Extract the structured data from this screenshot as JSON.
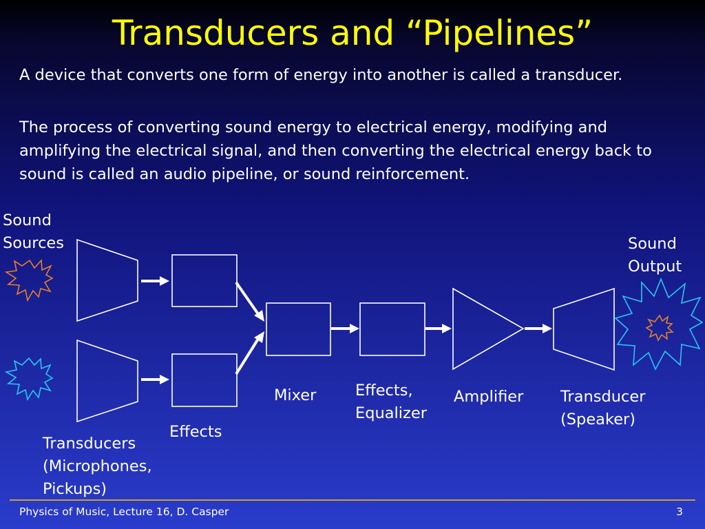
{
  "slide": {
    "title": "Transducers and “Pipelines”",
    "paragraph1": "A device that converts one form of energy into another is called a transducer.",
    "paragraph2": "The process of converting sound energy to electrical energy, modifying and amplifying the electrical signal, and then converting the electrical energy back to sound is called an audio pipeline, or sound reinforcement."
  },
  "diagram": {
    "labels": {
      "sound_sources": "Sound\nSources",
      "sound_output": "Sound\nOutput",
      "transducers_input": "Transducers\n(Microphones,\nPickups)",
      "effects": "Effects",
      "mixer": "Mixer",
      "effects_equalizer": "Effects,\nEqualizer",
      "amplifier": "Amplifier",
      "transducer_output": "Transducer\n(Speaker)"
    },
    "colors": {
      "line": "#ffffff",
      "burst_orange": "#e8802a",
      "burst_cyan": "#28c8f0",
      "title": "#ffff00",
      "footer_rule": "#c9a227"
    }
  },
  "footer": {
    "left": "Physics of Music, Lecture 16, D. Casper",
    "page_number": "3"
  }
}
